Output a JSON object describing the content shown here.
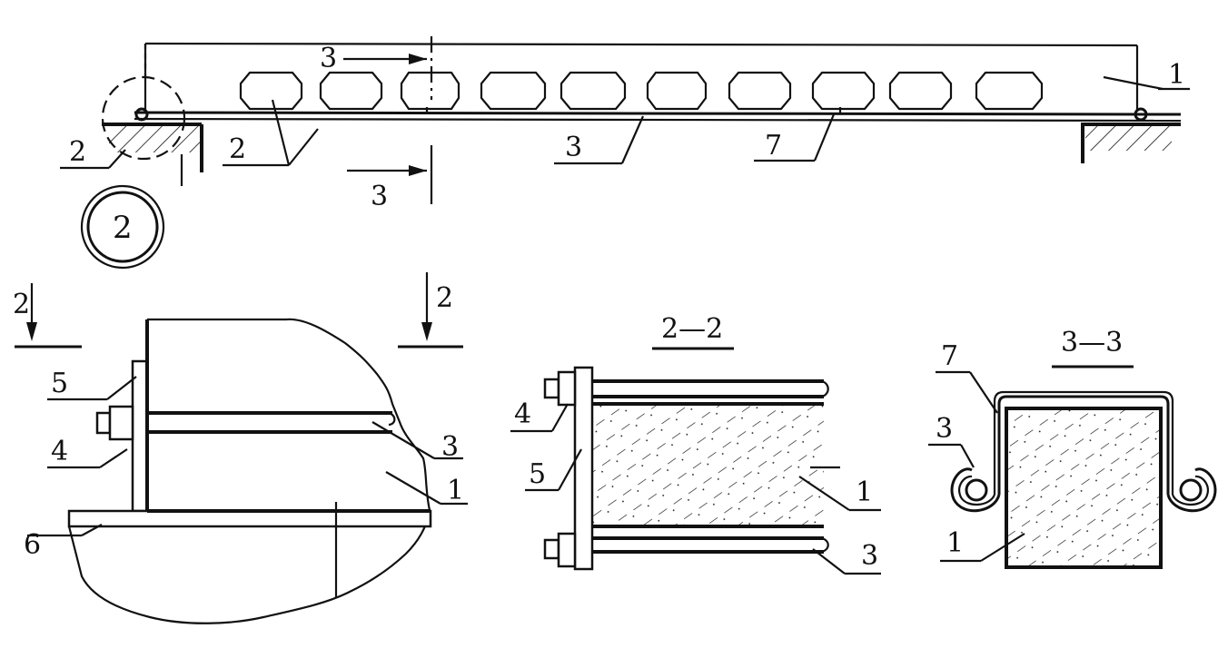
{
  "beam_view": {
    "labels": {
      "n1": "1",
      "n2_left": "2",
      "n2_mid": "2",
      "n3_mid": "3",
      "n7": "7",
      "sec3_top": "3",
      "sec3_bottom": "3"
    },
    "detail_circle_label": "2"
  },
  "detail_view": {
    "section_marks": {
      "left": "2",
      "right": "2"
    },
    "labels": {
      "n5": "5",
      "n4": "4",
      "n6": "6",
      "n3": "3",
      "n1": "1"
    }
  },
  "section_2_2": {
    "title": "2—2",
    "labels": {
      "n4": "4",
      "n5": "5",
      "n1": "1",
      "n3": "3"
    }
  },
  "section_3_3": {
    "title": "3—3",
    "labels": {
      "n7": "7",
      "n3": "3",
      "n1": "1"
    }
  },
  "colors": {
    "ink": "#111111",
    "background": "#ffffff"
  }
}
